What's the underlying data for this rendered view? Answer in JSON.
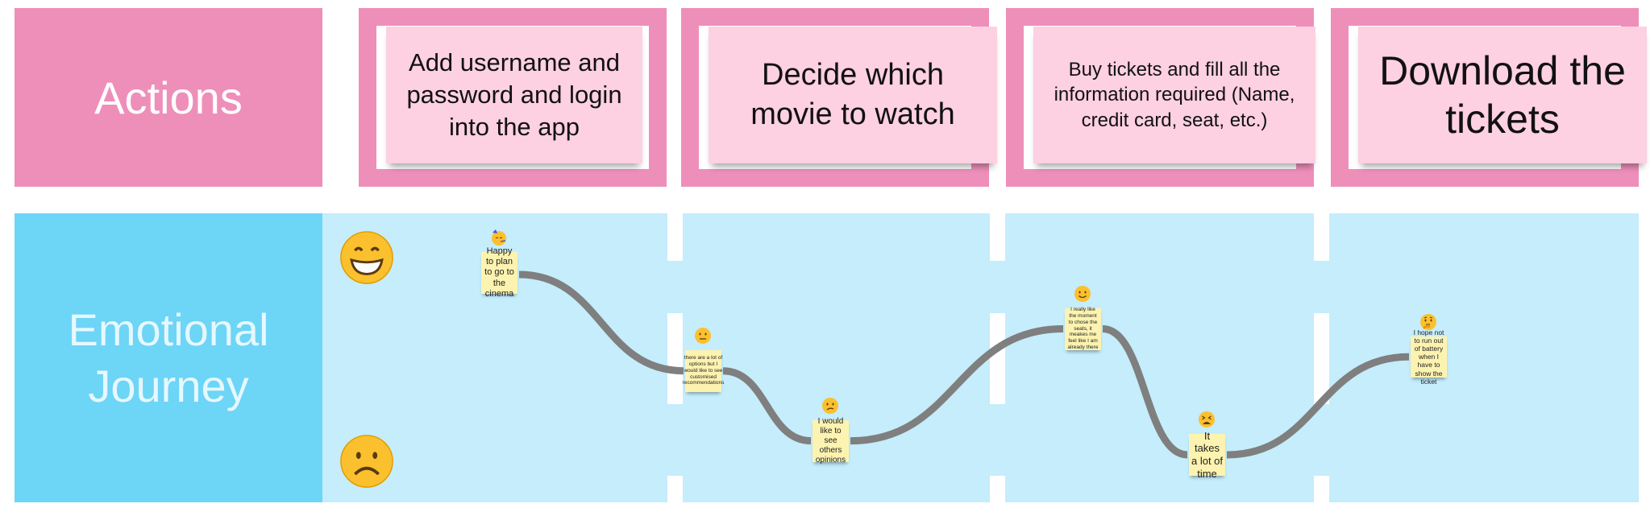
{
  "actions": {
    "label": "Actions",
    "steps": [
      {
        "text": "Add username and password and login into the app"
      },
      {
        "text": "Decide which movie to watch"
      },
      {
        "text": "Buy tickets and fill all the information required (Name, credit card, seat, etc.)"
      },
      {
        "text": "Download the tickets"
      }
    ]
  },
  "journey": {
    "label": "Emotional Journey",
    "scale_top_icon": "grinning-face-icon",
    "scale_bottom_icon": "frowning-face-icon",
    "curve_color": "#7f7f7f",
    "notes": [
      {
        "text": "Happy to plan to go to the cinema",
        "emoji": "partying-face-icon",
        "mood": 0.85
      },
      {
        "text": "there are a lot of options but I would like to see customised recommendations",
        "emoji": "neutral-face-icon",
        "mood": 0.5
      },
      {
        "text": "I would like to see others opinions",
        "emoji": "confused-face-icon",
        "mood": 0.25
      },
      {
        "text": "I really like the moment to chose the seats, it meakes me feel like I am already there",
        "emoji": "slightly-smiling-face-icon",
        "mood": 0.65
      },
      {
        "text": "It takes a lot of time",
        "emoji": "tired-face-icon",
        "mood": 0.2
      },
      {
        "text": "I hope not to run out of battery when I have to show the ticket",
        "emoji": "thinking-face-icon",
        "mood": 0.55
      }
    ]
  },
  "colors": {
    "action_pink": "#ee8fba",
    "note_pink": "#fdd0e2",
    "journey_blue": "#6dd5f6",
    "journey_bg": "#c5edfb",
    "sticky_yellow": "#fdf3b0"
  }
}
